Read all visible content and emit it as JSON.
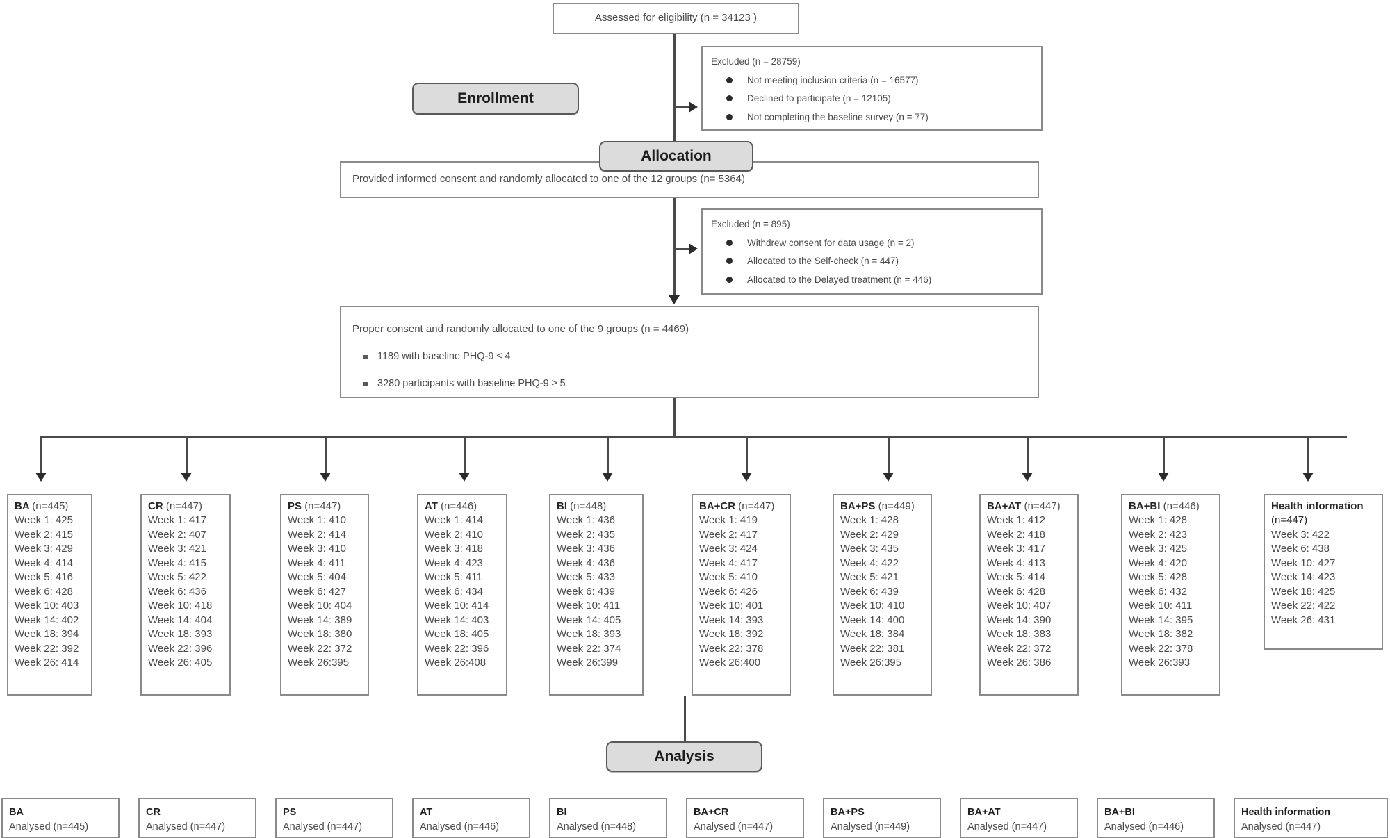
{
  "top": {
    "assessed": "Assessed for eligibility (n = 34123 )"
  },
  "stages": {
    "enrollment": "Enrollment",
    "allocation": "Allocation",
    "analysis": "Analysis"
  },
  "excluded1": {
    "header": "Excluded (n = 28759)",
    "bullets": [
      "Not meeting inclusion criteria (n = 16577)",
      "Declined to participate (n = 12105)",
      "Not completing the baseline survey (n = 77)"
    ]
  },
  "consent": {
    "text": "Provided informed consent and randomly allocated to one of the  12 groups (n= 5364)"
  },
  "excluded2": {
    "header": "Excluded (n = 895)",
    "bullets": [
      "Withdrew consent for data usage (n = 2)",
      "Allocated to the Self-check (n = 447)",
      "Allocated to the Delayed treatment  (n = 446)"
    ]
  },
  "proper": {
    "text": "Proper consent and randomly allocated to one of the 9 groups (n = 4469)",
    "bullets": [
      "1189 with baseline PHQ-9 ≤ 4",
      "3280 participants with baseline PHQ-9 ≥ 5"
    ]
  },
  "arms": [
    {
      "name": "BA",
      "n": "(n=445)",
      "weeks": [
        "Week 1: 425",
        "Week 2: 415",
        "Week 3: 429",
        "Week 4: 414",
        "Week 5: 416",
        "Week 6: 428",
        "Week 10: 403",
        "Week 14: 402",
        "Week 18: 394",
        "Week 22: 392",
        "Week 26: 414"
      ]
    },
    {
      "name": "CR",
      "n": "(n=447)",
      "weeks": [
        "Week 1: 417",
        "Week 2: 407",
        "Week 3: 421",
        "Week 4: 415",
        "Week 5: 422",
        "Week 6: 436",
        "Week 10: 418",
        "Week 14: 404",
        "Week 18: 393",
        "Week 22: 396",
        "Week 26: 405"
      ]
    },
    {
      "name": "PS",
      "n": "(n=447)",
      "weeks": [
        "Week 1: 410",
        "Week 2: 414",
        "Week 3: 410",
        "Week 4: 411",
        "Week 5: 404",
        "Week 6: 427",
        "Week 10: 404",
        "Week 14: 389",
        "Week 18: 380",
        "Week 22: 372",
        "Week 26:395"
      ]
    },
    {
      "name": "AT",
      "n": "(n=446)",
      "weeks": [
        "Week 1: 414",
        "Week 2: 410",
        "Week 3: 418",
        "Week 4: 423",
        "Week 5: 411",
        "Week 6: 434",
        "Week 10: 414",
        "Week 14: 403",
        "Week 18: 405",
        "Week 22: 396",
        "Week 26:408"
      ]
    },
    {
      "name": "BI",
      "n": "(n=448)",
      "weeks": [
        "Week 1: 436",
        "Week 2: 435",
        "Week 3: 436",
        "Week 4: 436",
        "Week 5: 433",
        "Week 6: 439",
        "Week 10: 411",
        "Week 14: 405",
        "Week 18: 393",
        "Week 22: 374",
        "Week 26:399"
      ]
    },
    {
      "name": "BA+CR",
      "n": "(n=447)",
      "weeks": [
        "Week 1: 419",
        "Week 2: 417",
        "Week 3: 424",
        "Week 4: 417",
        "Week 5: 410",
        "Week 6: 426",
        "Week 10: 401",
        "Week 14: 393",
        "Week 18: 392",
        "Week 22: 378",
        "Week 26:400"
      ]
    },
    {
      "name": "BA+PS",
      "n": "(n=449)",
      "weeks": [
        "Week 1: 428",
        "Week 2: 429",
        "Week 3: 435",
        "Week 4: 422",
        "Week 5: 421",
        "Week 6: 439",
        "Week 10: 410",
        "Week 14: 400",
        "Week 18: 384",
        "Week 22: 381",
        "Week 26:395"
      ]
    },
    {
      "name": "BA+AT",
      "n": "(n=447)",
      "weeks": [
        "Week 1: 412",
        "Week 2: 418",
        "Week 3: 417",
        "Week 4: 413",
        "Week 5: 414",
        "Week 6: 428",
        "Week 10: 407",
        "Week 14: 390",
        "Week 18: 383",
        "Week 22: 372",
        "Week 26: 386"
      ]
    },
    {
      "name": "BA+BI",
      "n": "(n=446)",
      "weeks": [
        "Week 1: 428",
        "Week 2: 423",
        "Week 3: 425",
        "Week 4: 420",
        "Week 5: 428",
        "Week 6: 432",
        "Week 10: 411",
        "Week 14: 395",
        "Week 18: 382",
        "Week 22: 378",
        "Week 26:393"
      ]
    },
    {
      "name": "Health information",
      "n": " (n=447)",
      "weeks": [
        "Week 3: 422",
        "Week 6: 438",
        "Week 10: 427",
        "Week 14: 423",
        "Week 18: 425",
        "Week 22: 422",
        "Week 26: 431"
      ]
    }
  ],
  "analysed": [
    {
      "name": "BA",
      "line": "Analysed (n=445)"
    },
    {
      "name": "CR",
      "line": "Analysed (n=447)"
    },
    {
      "name": "PS",
      "line": "Analysed (n=447)"
    },
    {
      "name": "AT",
      "line": "Analysed (n=446)"
    },
    {
      "name": "BI",
      "line": "Analysed (n=448)"
    },
    {
      "name": "BA+CR",
      "line": "Analysed (n=447)"
    },
    {
      "name": "BA+PS",
      "line": "Analysed (n=449)"
    },
    {
      "name": "BA+AT",
      "line": "Analysed (n=447)"
    },
    {
      "name": "BA+BI",
      "line": "Analysed (n=446)"
    },
    {
      "name": "Health information",
      "line": "Analysed (n=447)"
    }
  ],
  "colors": {
    "stage_fill": "#dcdcdc",
    "box_border": "#8a8a8a",
    "line": "#4a4a4a",
    "text": "#4a4a4a"
  }
}
